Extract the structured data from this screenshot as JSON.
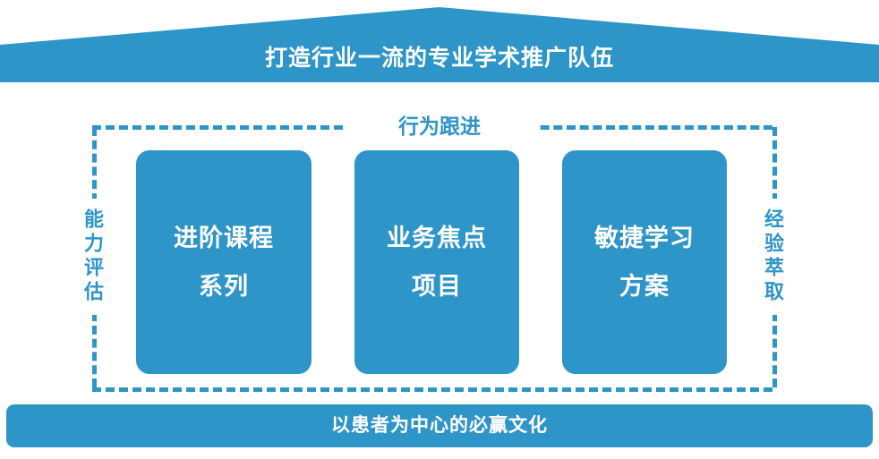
{
  "theme": {
    "accent_blue": "#2E95C9",
    "text_on_accent": "#FFFFFF",
    "background": "#FFFFFF"
  },
  "header": {
    "title": "打造行业一流的专业学术推广队伍"
  },
  "framework": {
    "top_label": "行为跟进",
    "left_label": "能力评估",
    "right_label": "经验萃取",
    "pillars": [
      {
        "line1": "进阶课程",
        "line2": "系列"
      },
      {
        "line1": "业务焦点",
        "line2": "项目"
      },
      {
        "line1": "敏捷学习",
        "line2": "方案"
      }
    ]
  },
  "foundation": {
    "text": "以患者为中心的必赢文化"
  }
}
